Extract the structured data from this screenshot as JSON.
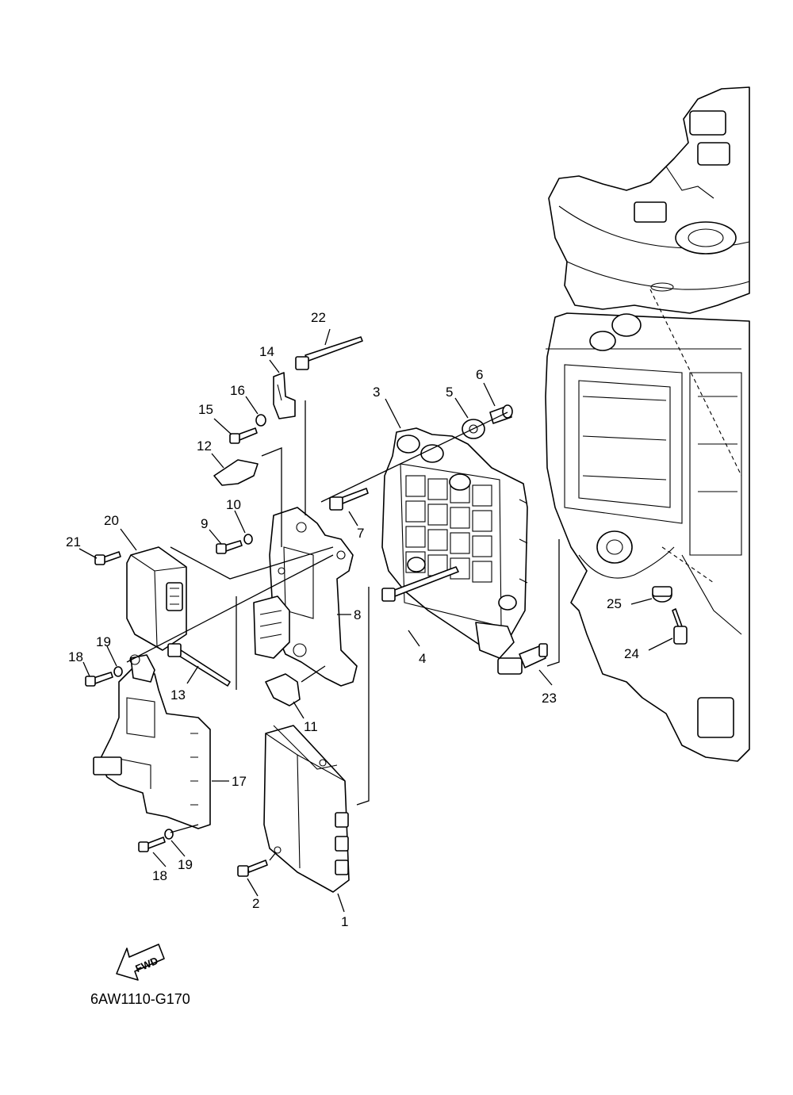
{
  "diagram_code": "6AW1110-G170",
  "fwd_label": "FWD",
  "callouts": {
    "c1": "1",
    "c2": "2",
    "c3": "3",
    "c4": "4",
    "c5": "5",
    "c6": "6",
    "c7": "7",
    "c8": "8",
    "c9": "9",
    "c10": "10",
    "c11": "11",
    "c12": "12",
    "c13": "13",
    "c14": "14",
    "c15": "15",
    "c16": "16",
    "c17": "17",
    "c18a": "18",
    "c18b": "18",
    "c19a": "19",
    "c19b": "19",
    "c20": "20",
    "c21": "21",
    "c22": "22",
    "c23": "23",
    "c24": "24",
    "c25": "25"
  }
}
